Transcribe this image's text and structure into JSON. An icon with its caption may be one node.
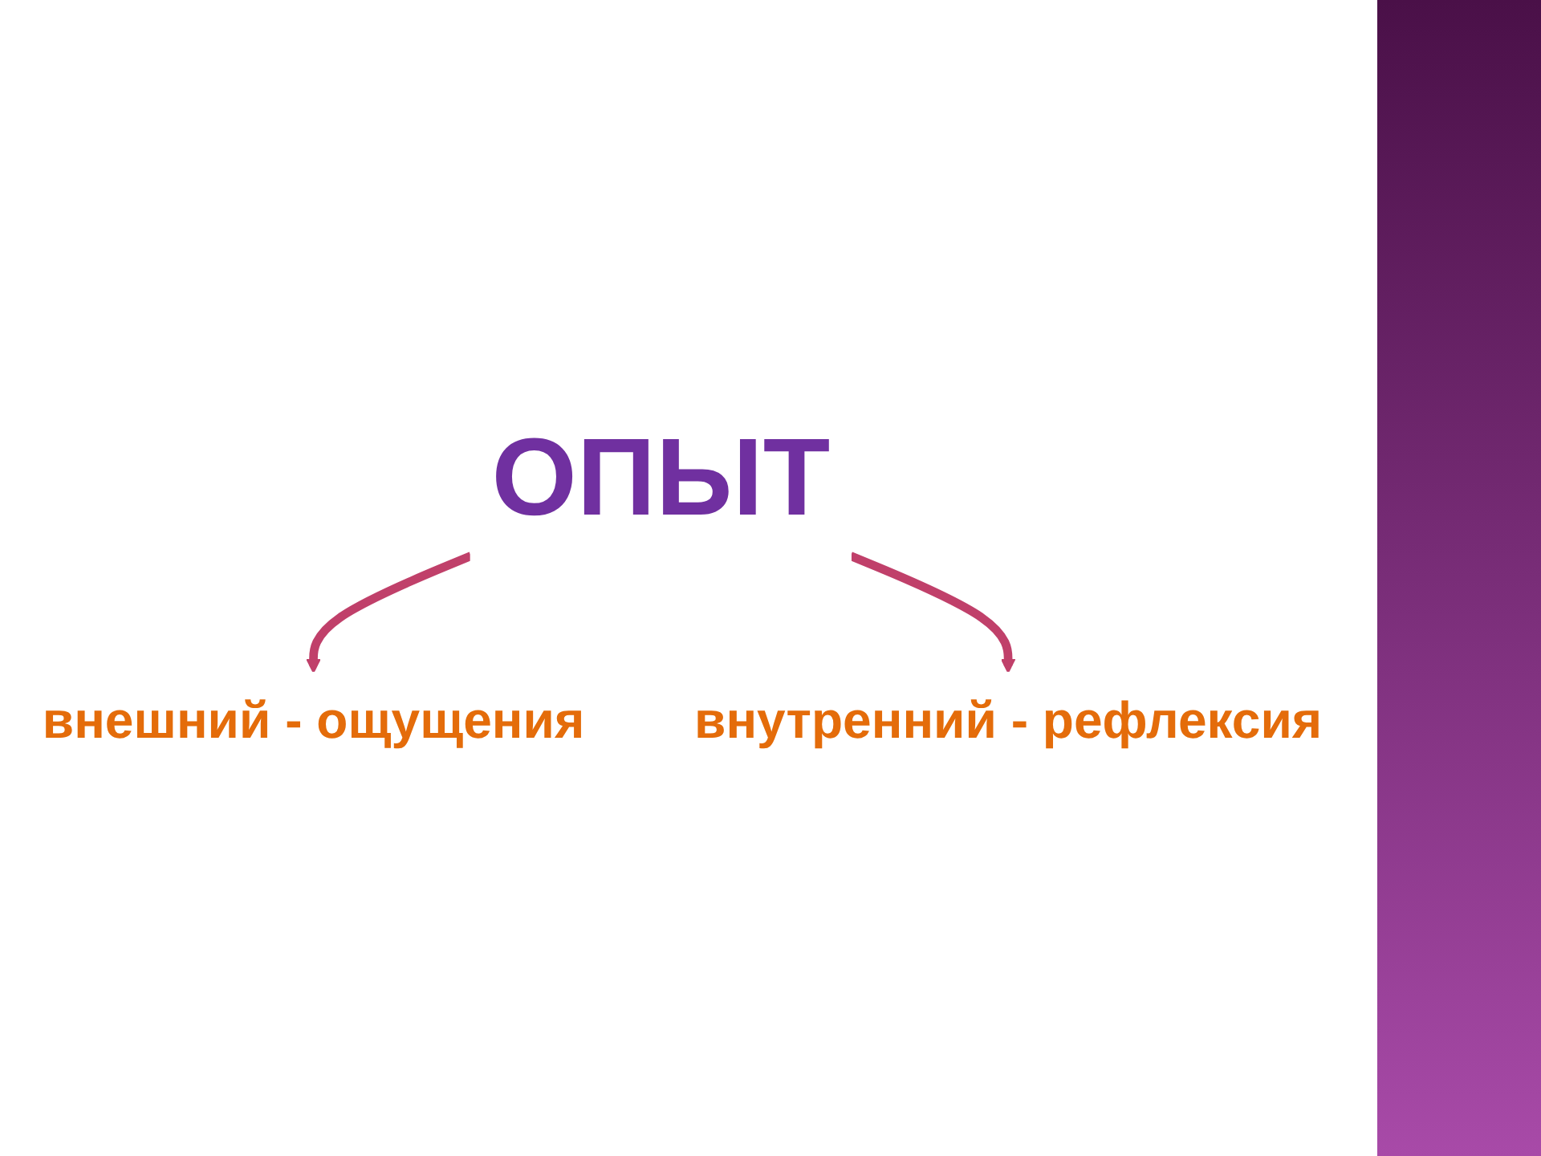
{
  "diagram": {
    "nodes": [
      {
        "text": [
          "ОПЫТ"
        ]
      },
      {
        "text": [
          "внешний - ощущения"
        ]
      },
      {
        "text": [
          "внутренний - рефлексия"
        ]
      }
    ],
    "edges": [
      {
        "from": 0,
        "to": 1,
        "arrow": "to"
      },
      {
        "from": 0,
        "to": 2,
        "arrow": "to"
      }
    ]
  }
}
